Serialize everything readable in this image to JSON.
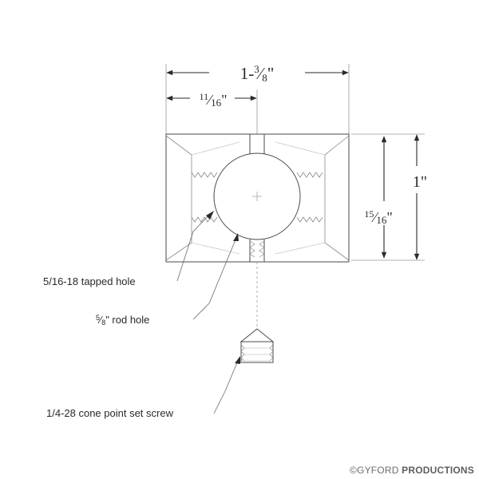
{
  "dimensions": {
    "overall_width": {
      "whole": "1-",
      "num": "3",
      "den": "8",
      "unit": "\""
    },
    "half_width": {
      "num": "11",
      "den": "16",
      "unit": "\""
    },
    "height": {
      "text": "1\""
    },
    "hole_height": {
      "num": "15",
      "den": "16",
      "unit": "\""
    }
  },
  "callouts": {
    "tapped_hole": "5/16-18 tapped hole",
    "rod_hole": {
      "num": "5",
      "den": "8",
      "rest": "\" rod hole"
    },
    "set_screw": "1/4-28 cone point set screw"
  },
  "copyright": {
    "symbol_brand": "©GYFORD",
    "suffix": "PRODUCTIONS"
  },
  "colors": {
    "line": "#4a4a4a",
    "light_line": "#9a9a9a",
    "text": "#2a2a2a",
    "copyright": "#6d6d6d"
  }
}
